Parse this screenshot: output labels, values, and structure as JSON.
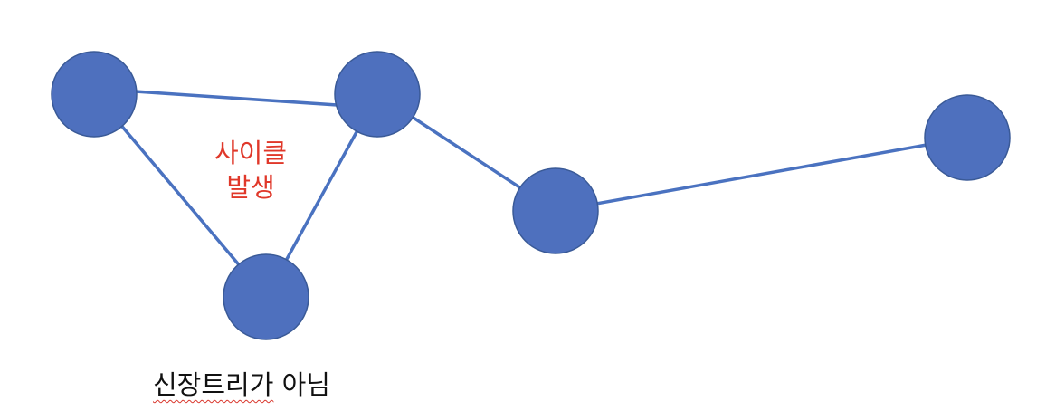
{
  "diagram": {
    "nodes": [
      {
        "id": "n1",
        "color": "#4e70be"
      },
      {
        "id": "n2",
        "color": "#4e70be"
      },
      {
        "id": "n3",
        "color": "#4e70be"
      },
      {
        "id": "n4",
        "color": "#4e70be"
      },
      {
        "id": "n5",
        "color": "#4e70be"
      }
    ],
    "edges": [
      {
        "from": "n1",
        "to": "n2"
      },
      {
        "from": "n1",
        "to": "n3"
      },
      {
        "from": "n2",
        "to": "n3"
      },
      {
        "from": "n2",
        "to": "n4"
      },
      {
        "from": "n4",
        "to": "n5"
      }
    ],
    "edge_color": "#4a72c0",
    "cycle_label": {
      "line1": "사이클",
      "line2": "발생",
      "color": "#e0382a"
    },
    "caption": {
      "underlined_part": "신장트리가",
      "rest": " 아님"
    }
  }
}
